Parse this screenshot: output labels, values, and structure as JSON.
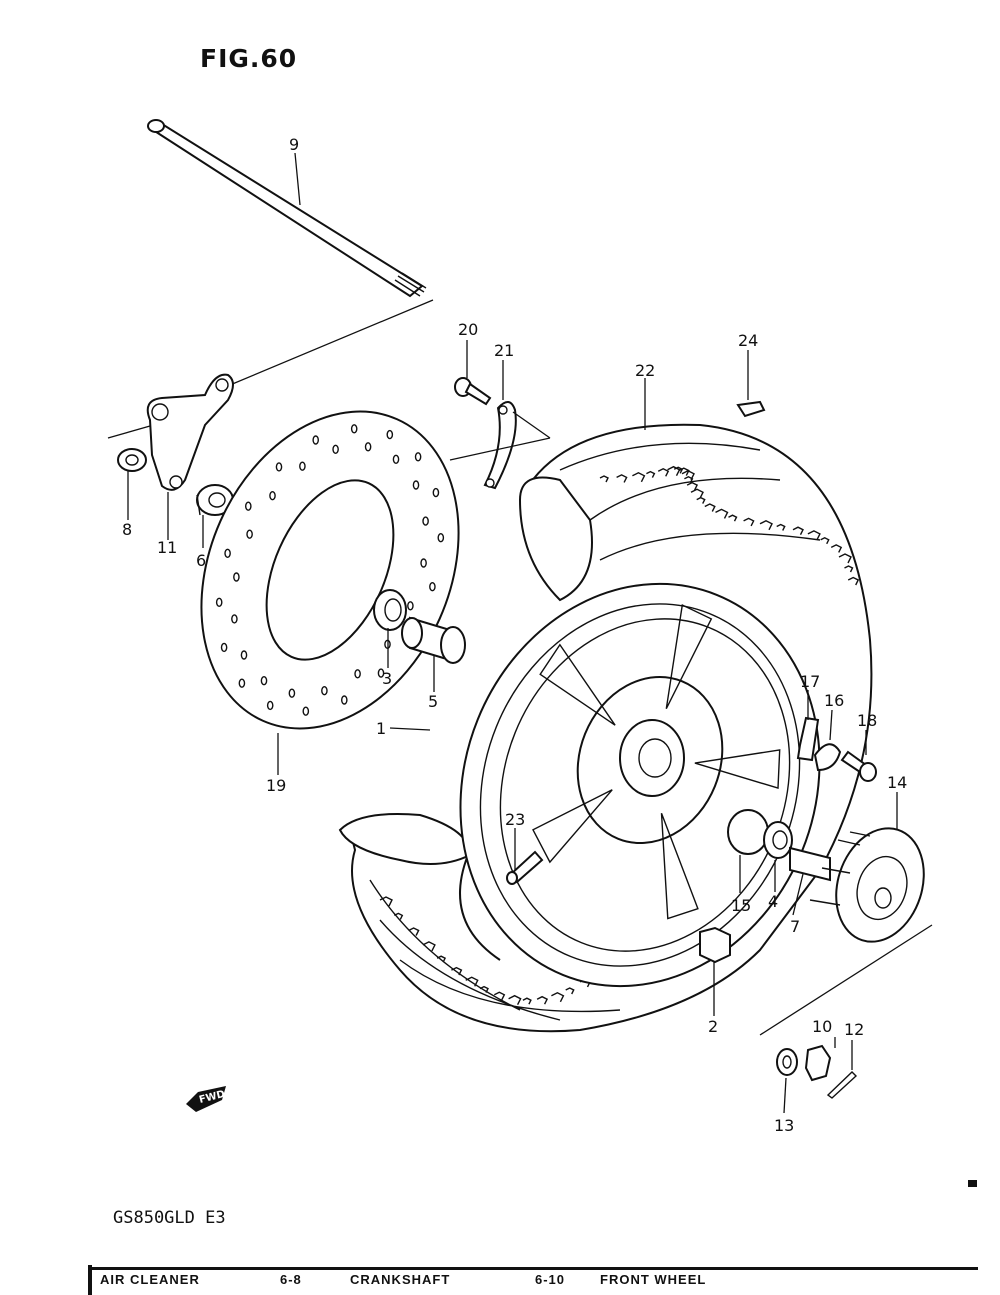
{
  "figure": {
    "title": "FIG.60",
    "model": "GS850GLD  E3",
    "fwd_label": "FWD"
  },
  "callouts": {
    "c1": "1",
    "c2": "2",
    "c3": "3",
    "c4": "4",
    "c5": "5",
    "c6": "6",
    "c7": "7",
    "c8": "8",
    "c9": "9",
    "c10": "10",
    "c11": "11",
    "c12": "12",
    "c13": "13",
    "c14": "14",
    "c15": "15",
    "c16": "16",
    "c17": "17",
    "c18": "18",
    "c19": "19",
    "c20": "20",
    "c21": "21",
    "c22": "22",
    "c23": "23",
    "c24": "24"
  },
  "footer": {
    "col1": "AIR CLEANER",
    "col2": "6-8",
    "col3": "CRANKSHAFT",
    "col4": "6-10",
    "col5": "FRONT WHEEL"
  }
}
